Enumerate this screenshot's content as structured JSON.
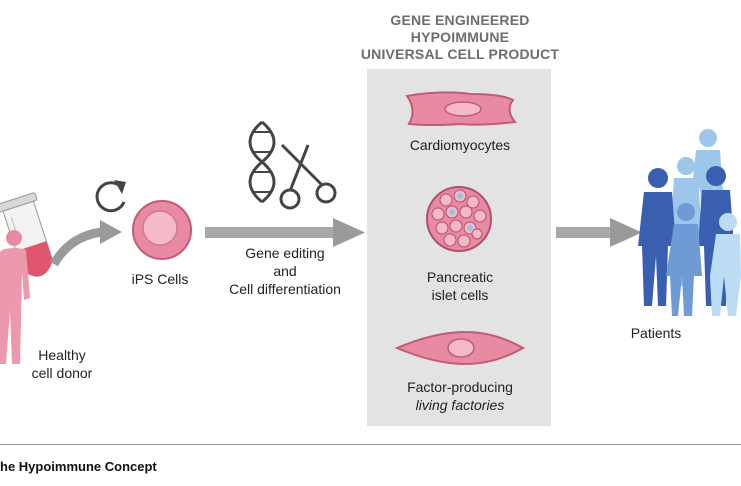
{
  "heading": {
    "line1": "GENE ENGINEERED",
    "line2": "HYPOIMMUNE",
    "line3": "UNIVERSAL CELL PRODUCT"
  },
  "donor": {
    "line1": "Healthy",
    "line2": "cell donor"
  },
  "ips": {
    "label": "iPS Cells"
  },
  "process": {
    "line1": "Gene editing",
    "line2": "and",
    "line3": "Cell differentiation"
  },
  "products": {
    "cardio": "Cardiomyocytes",
    "islet_line1": "Pancreatic",
    "islet_line2": "islet cells",
    "factor_line1": "Factor-producing",
    "factor_line2": "living factories"
  },
  "patients": {
    "label": "Patients"
  },
  "footer": {
    "caption": "he Hypoimmune Concept"
  },
  "colors": {
    "panel": "#e3e3e3",
    "cell_pink": "#e98aa3",
    "cell_light": "#f4b9c8",
    "arrow": "#9a9a9a",
    "patient_dark": "#3a5fb0",
    "patient_light": "#9ec6ea"
  },
  "icons": [
    "refresh-icon",
    "dna-icon",
    "scissors-icon",
    "test-tube-icon",
    "person-icon"
  ]
}
